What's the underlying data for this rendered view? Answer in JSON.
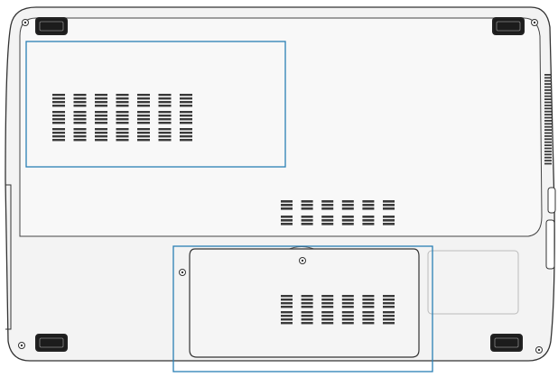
{
  "figure": {
    "highlight_color": "#2a7fb5",
    "outline_color": "#333333",
    "body_fill": "#f3f3f3",
    "vent_color": "#3a3a3a",
    "highlighted_regions": [
      {
        "name": "upper-left-compartment",
        "icon": "highlight-box"
      },
      {
        "name": "lower-compartment-cover",
        "icon": "highlight-box"
      }
    ],
    "feet": [
      {
        "name": "rubber-foot-top-left",
        "icon": "rubber-foot-icon"
      },
      {
        "name": "rubber-foot-top-right",
        "icon": "rubber-foot-icon"
      },
      {
        "name": "rubber-foot-bottom-left",
        "icon": "rubber-foot-icon"
      },
      {
        "name": "rubber-foot-bottom-right",
        "icon": "rubber-foot-icon"
      }
    ],
    "screws": [
      {
        "name": "screw-top-left",
        "icon": "screw-icon"
      },
      {
        "name": "screw-top-right",
        "icon": "screw-icon"
      },
      {
        "name": "screw-bottom-left",
        "icon": "screw-icon"
      },
      {
        "name": "screw-bottom-right",
        "icon": "screw-icon"
      },
      {
        "name": "screw-cover-top",
        "icon": "screw-icon"
      },
      {
        "name": "screw-cover-left",
        "icon": "screw-icon"
      }
    ],
    "vent_groups": [
      {
        "name": "vent-group-upper-left",
        "icon": "vent-grille-icon"
      },
      {
        "name": "vent-group-middle",
        "icon": "vent-grille-icon"
      },
      {
        "name": "vent-group-cover",
        "icon": "vent-grille-icon"
      },
      {
        "name": "vent-side-edge",
        "icon": "vent-grille-icon"
      }
    ]
  }
}
